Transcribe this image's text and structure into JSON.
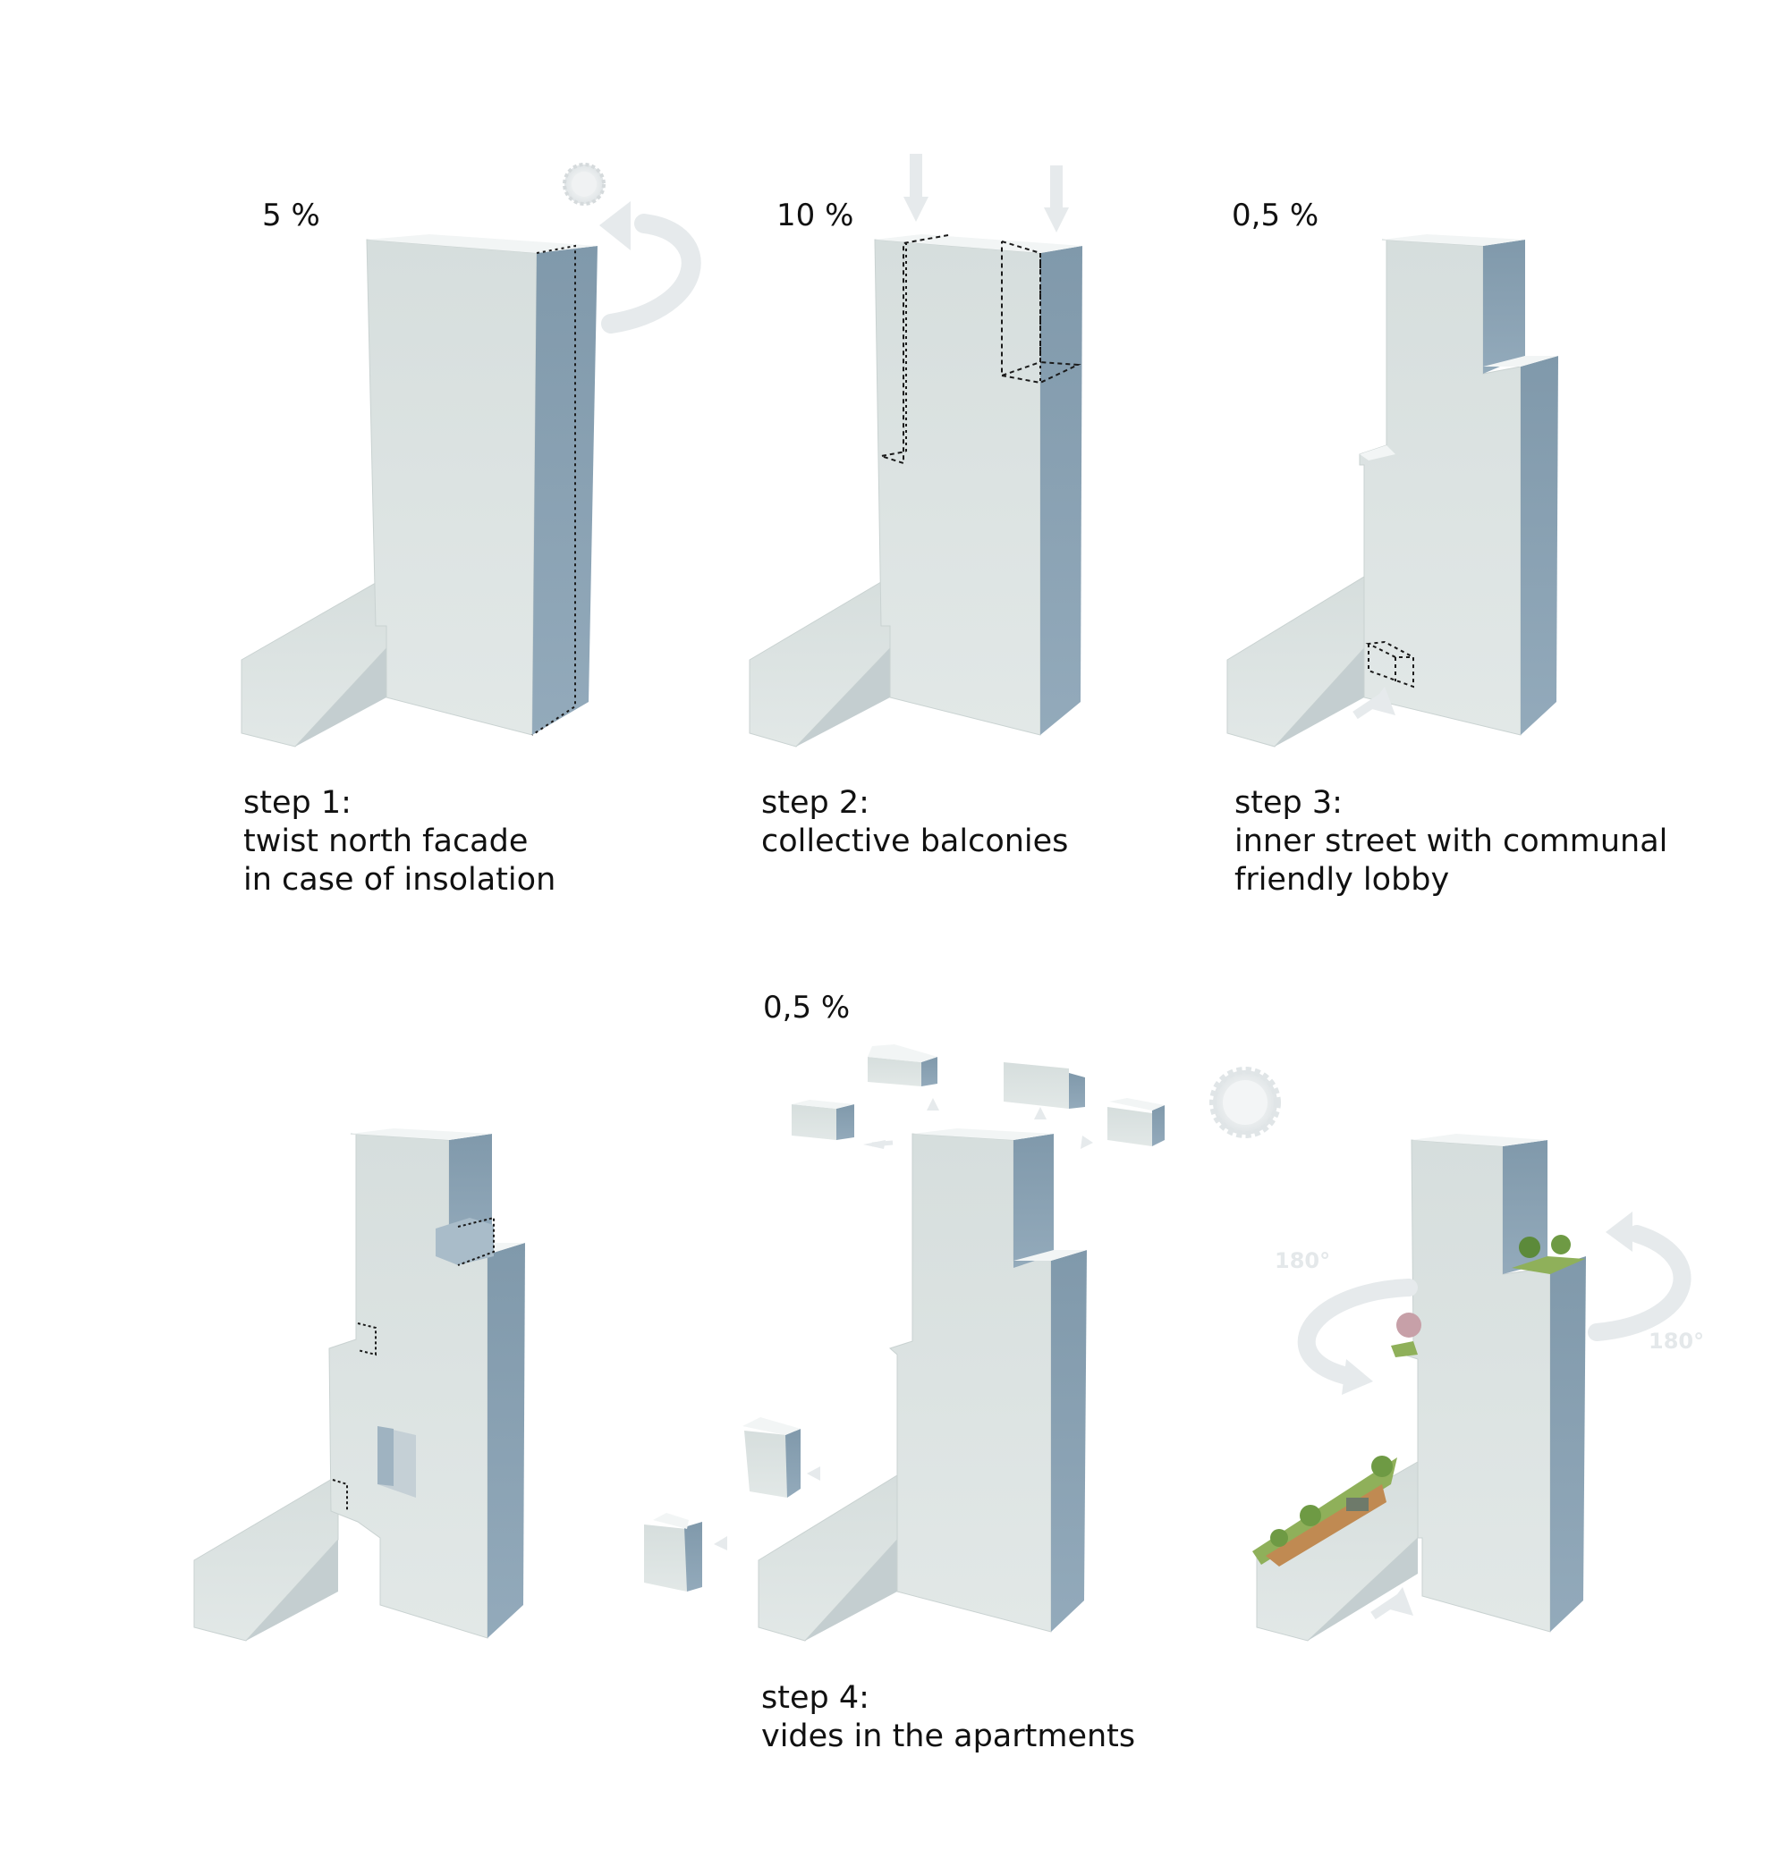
{
  "colors": {
    "face_left": "#dde3e2",
    "face_right": "#8ba3b4",
    "face_top": "#f4f6f6",
    "arrow": "#e6eaec",
    "guide": "#1a1a1a",
    "greenery": "#7da24a",
    "soil": "#c08a52"
  },
  "steps": [
    {
      "percent": "5 %",
      "lines": [
        "step 1:",
        "twist north facade",
        "in case of insolation"
      ]
    },
    {
      "percent": "10 %",
      "lines": [
        "step 2:",
        "collective balconies"
      ]
    },
    {
      "percent": "0,5 %",
      "lines": [
        "step 3:",
        "inner street with communal",
        "friendly lobby"
      ]
    },
    {
      "percent": "0,5 %",
      "lines": [
        "step 4:",
        "vides in the apartments"
      ]
    }
  ],
  "rotation_labels": [
    "180°",
    "180°"
  ],
  "icons": [
    "sun-icon",
    "rotation-arrow-icon",
    "down-arrow-icon",
    "entrance-arrow-icon",
    "tree-icon"
  ]
}
